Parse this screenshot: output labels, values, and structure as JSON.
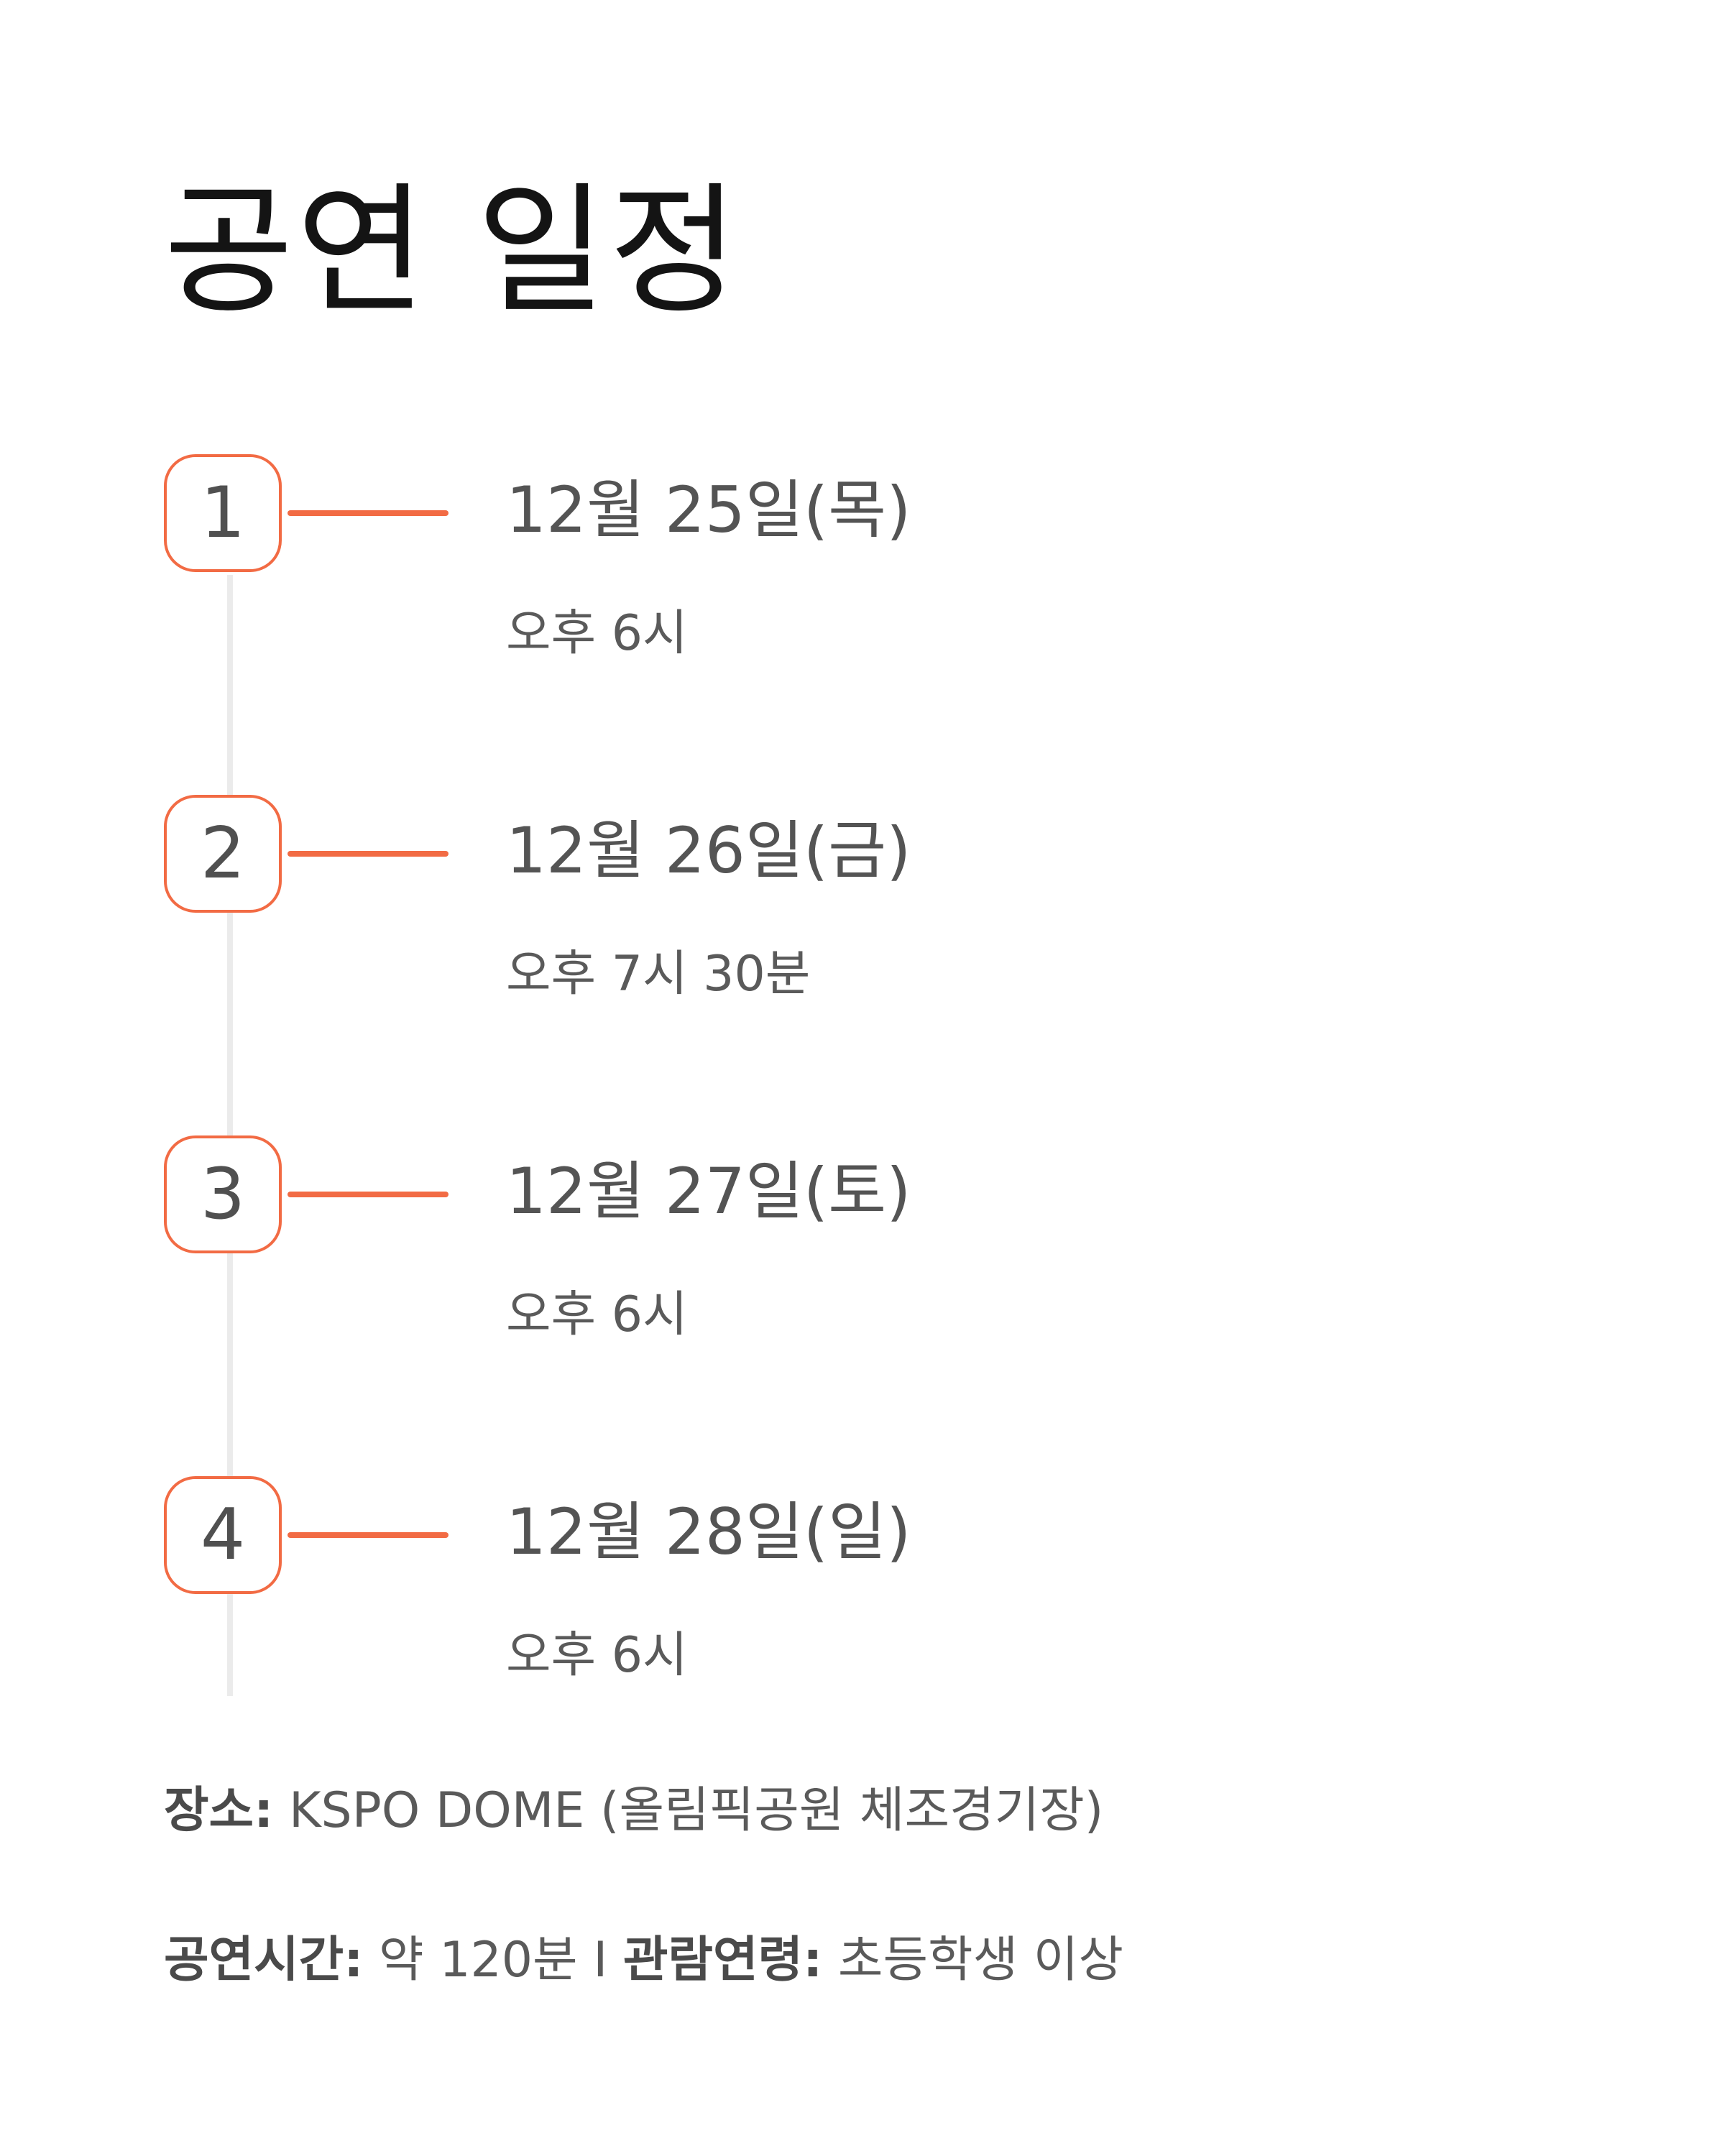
{
  "page": {
    "title": "공연 일정"
  },
  "colors": {
    "accent": "#f26b44",
    "timeline": "#ebebeb",
    "title": "#141414",
    "text": "#555555"
  },
  "schedule": [
    {
      "step": "1",
      "date": "12월 25일(목)",
      "time": "오후 6시"
    },
    {
      "step": "2",
      "date": "12월 26일(금)",
      "time": "오후 7시 30분"
    },
    {
      "step": "3",
      "date": "12월 27일(토)",
      "time": "오후 6시"
    },
    {
      "step": "4",
      "date": "12월 28일(일)",
      "time": "오후 6시"
    }
  ],
  "info": {
    "venue_label": "장소:",
    "venue_value": " KSPO DOME (올림픽공원 체조경기장)",
    "duration_label": "공연시간:",
    "duration_value": " 약 120분 I ",
    "age_label": "관람연령:",
    "age_value": " 초등학생 이상"
  }
}
